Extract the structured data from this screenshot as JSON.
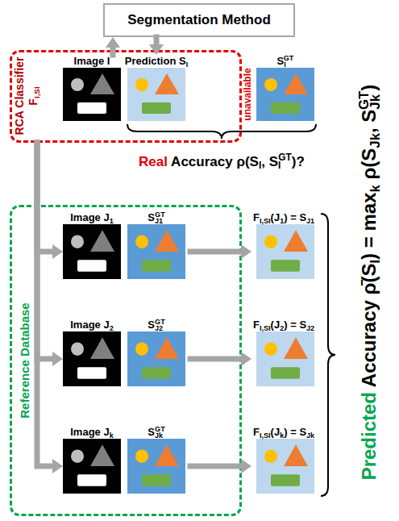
{
  "diagram": {
    "nodes": [
      {
        "text": [
          "Segmentation Method"
        ]
      },
      {
        "text": [
          "RCA Classifier FI,SI"
        ]
      },
      {
        "text": [
          "Image I"
        ],
        "in": 1
      },
      {
        "text": [
          "Prediction SI"
        ],
        "in": 1
      },
      {
        "text": [
          "SIGT",
          "unavailable"
        ]
      },
      {
        "text": [
          "Reference Database"
        ]
      },
      {
        "text": [
          "Image J1"
        ],
        "in": 5
      },
      {
        "text": [
          "SJ1GT"
        ],
        "in": 5
      },
      {
        "text": [
          "FI,SI(J1) = SJ1"
        ]
      },
      {
        "text": [
          "Image J2"
        ],
        "in": 5
      },
      {
        "text": [
          "SJ2GT"
        ],
        "in": 5
      },
      {
        "text": [
          "FI,SI(J2) = SJ2"
        ]
      },
      {
        "text": [
          "Image Jk"
        ],
        "in": 5
      },
      {
        "text": [
          "SJkGT"
        ],
        "in": 5
      },
      {
        "text": [
          "FI,SI(Jk) = SJk"
        ]
      }
    ],
    "edges": [
      {
        "from": 2,
        "to": 0,
        "arrow": "to"
      },
      {
        "from": 0,
        "to": 3,
        "arrow": "to"
      },
      {
        "from": 1,
        "to": 6,
        "arrow": "to"
      },
      {
        "from": 1,
        "to": 9,
        "arrow": "to"
      },
      {
        "from": 1,
        "to": 12,
        "arrow": "to"
      },
      {
        "from": 7,
        "to": 8,
        "arrow": "to"
      },
      {
        "from": 10,
        "to": 11,
        "arrow": "to"
      },
      {
        "from": 13,
        "to": 14,
        "arrow": "to"
      }
    ],
    "labels": [
      "Real Accuracy ρ(SI, SIGT)?",
      "Predicted Accuracy ρ̄(SI) = maxk ρ(SJk, SJkGT)"
    ]
  }
}
